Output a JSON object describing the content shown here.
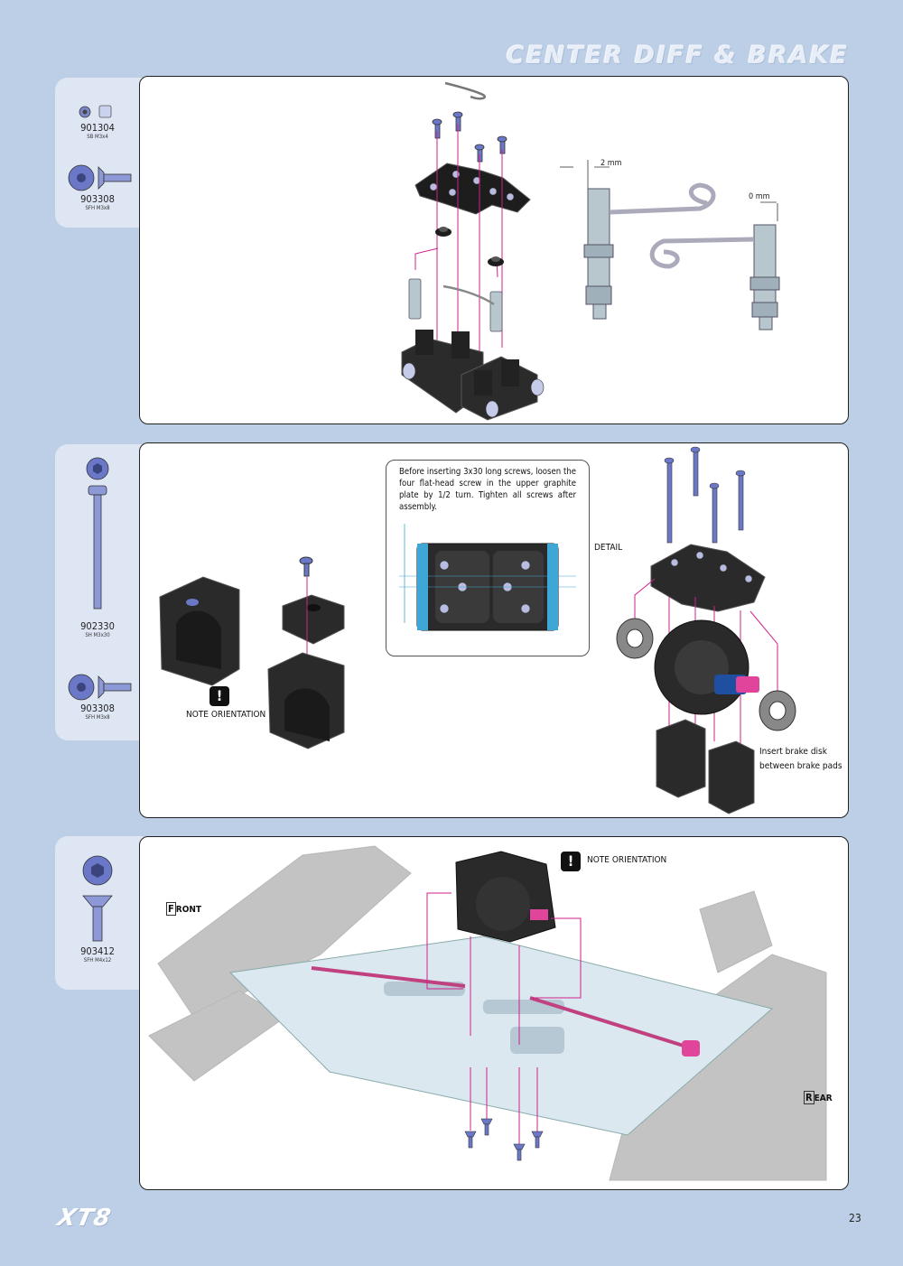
{
  "header": {
    "title": "CENTER DIFF & BRAKE"
  },
  "steps": [
    {
      "parts": [
        {
          "number": "901304",
          "desc": "SB M3x4"
        },
        {
          "number": "903308",
          "desc": "SFH M3x8"
        }
      ],
      "callouts": {
        "left_gap": "2 mm",
        "right_gap": "0 mm"
      }
    },
    {
      "parts": [
        {
          "number": "902330",
          "desc": "SH M3x30"
        },
        {
          "number": "903308",
          "desc": "SFH M3x8"
        }
      ],
      "note": "Before inserting 3x30 long screws, loosen the four flat-head screw in the upper graphite plate by 1/2 turn. Tighten all screws after assembly.",
      "detail_label": "DETAIL",
      "orientation_label": "NOTE ORIENTATION",
      "brake_label_1": "Insert brake disk",
      "brake_label_2": "between brake pads"
    },
    {
      "parts": [
        {
          "number": "903412",
          "desc": "SFH M4x12"
        }
      ],
      "orientation_label": "NOTE ORIENTATION",
      "front_initial": "F",
      "front_rest": "RONT",
      "rear_initial": "R",
      "rear_rest": "EAR"
    }
  ],
  "footer": {
    "logo": "XT8",
    "page": "23"
  },
  "colors": {
    "background": "#bccfe6",
    "sidetab": "#dfe6f3",
    "accent_magenta": "#d0218c",
    "screw_blue": "#6b78c8"
  }
}
